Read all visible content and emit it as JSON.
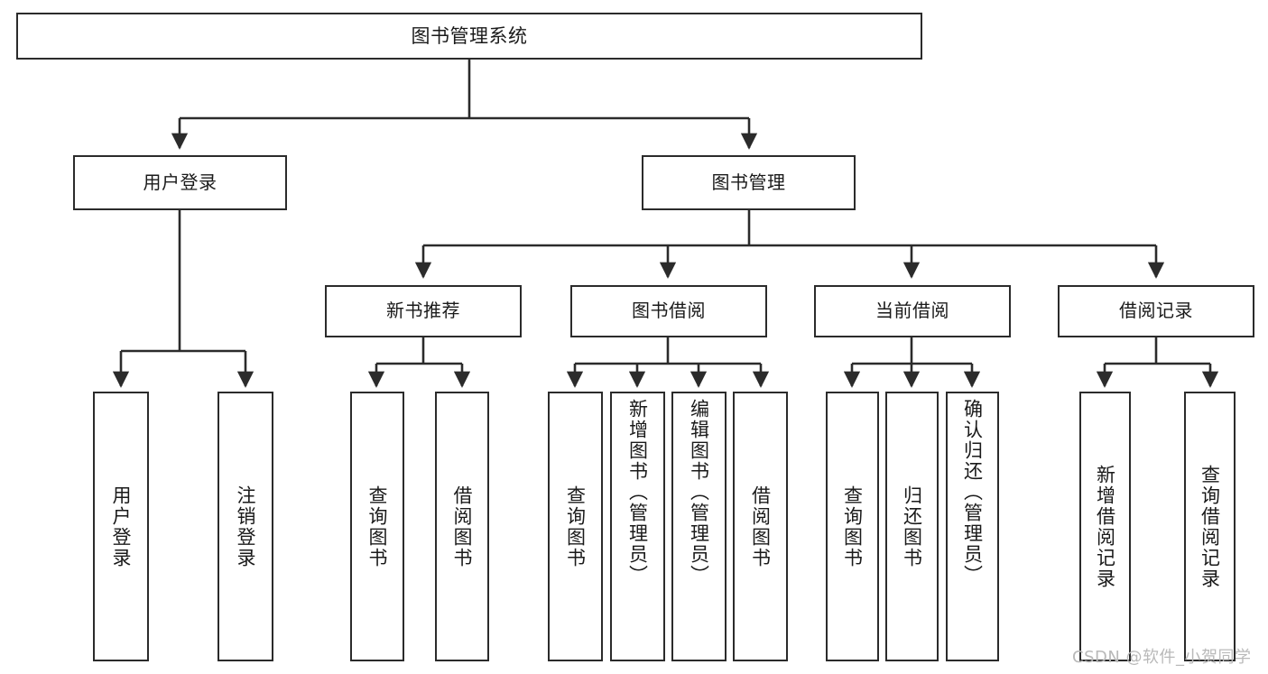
{
  "diagram": {
    "title": "图书管理系统",
    "colors": {
      "stroke": "#2b2b2b",
      "fill": "#ffffff",
      "text": "#1a1a1a",
      "watermark": "#b9b9b9",
      "background": "#ffffff"
    }
  },
  "nodes": {
    "root": {
      "label": "图书管理系统"
    },
    "level2": [
      {
        "id": "user-login",
        "label": "用户登录"
      },
      {
        "id": "book-manage",
        "label": "图书管理"
      }
    ],
    "level3": [
      {
        "id": "new-book-recommend",
        "label": "新书推荐"
      },
      {
        "id": "book-borrow",
        "label": "图书借阅"
      },
      {
        "id": "current-borrow",
        "label": "当前借阅"
      },
      {
        "id": "borrow-record",
        "label": "借阅记录"
      }
    ],
    "leaves": {
      "user_login": [
        {
          "id": "leaf-user-login",
          "label": "用户登录"
        },
        {
          "id": "leaf-logout-login",
          "label": "注销登录"
        }
      ],
      "new_book_recommend": [
        {
          "id": "leaf-query-book-1",
          "label": "查询图书"
        },
        {
          "id": "leaf-borrow-book-1",
          "label": "借阅图书"
        }
      ],
      "book_borrow": [
        {
          "id": "leaf-query-book-2",
          "label": "查询图书"
        },
        {
          "id": "leaf-add-book-admin",
          "label": "新增图书（管理员）"
        },
        {
          "id": "leaf-edit-book-admin",
          "label": "编辑图书（管理员）"
        },
        {
          "id": "leaf-borrow-book-2",
          "label": "借阅图书"
        }
      ],
      "current_borrow": [
        {
          "id": "leaf-query-book-3",
          "label": "查询图书"
        },
        {
          "id": "leaf-return-book",
          "label": "归还图书"
        },
        {
          "id": "leaf-confirm-return-admin",
          "label": "确认归还（管理员）"
        }
      ],
      "borrow_record": [
        {
          "id": "leaf-add-borrow-record",
          "label": "新增借阅记录"
        },
        {
          "id": "leaf-query-borrow-record",
          "label": "查询借阅记录"
        }
      ]
    }
  },
  "watermark": {
    "text": "CSDN @软件_小贺同学"
  }
}
